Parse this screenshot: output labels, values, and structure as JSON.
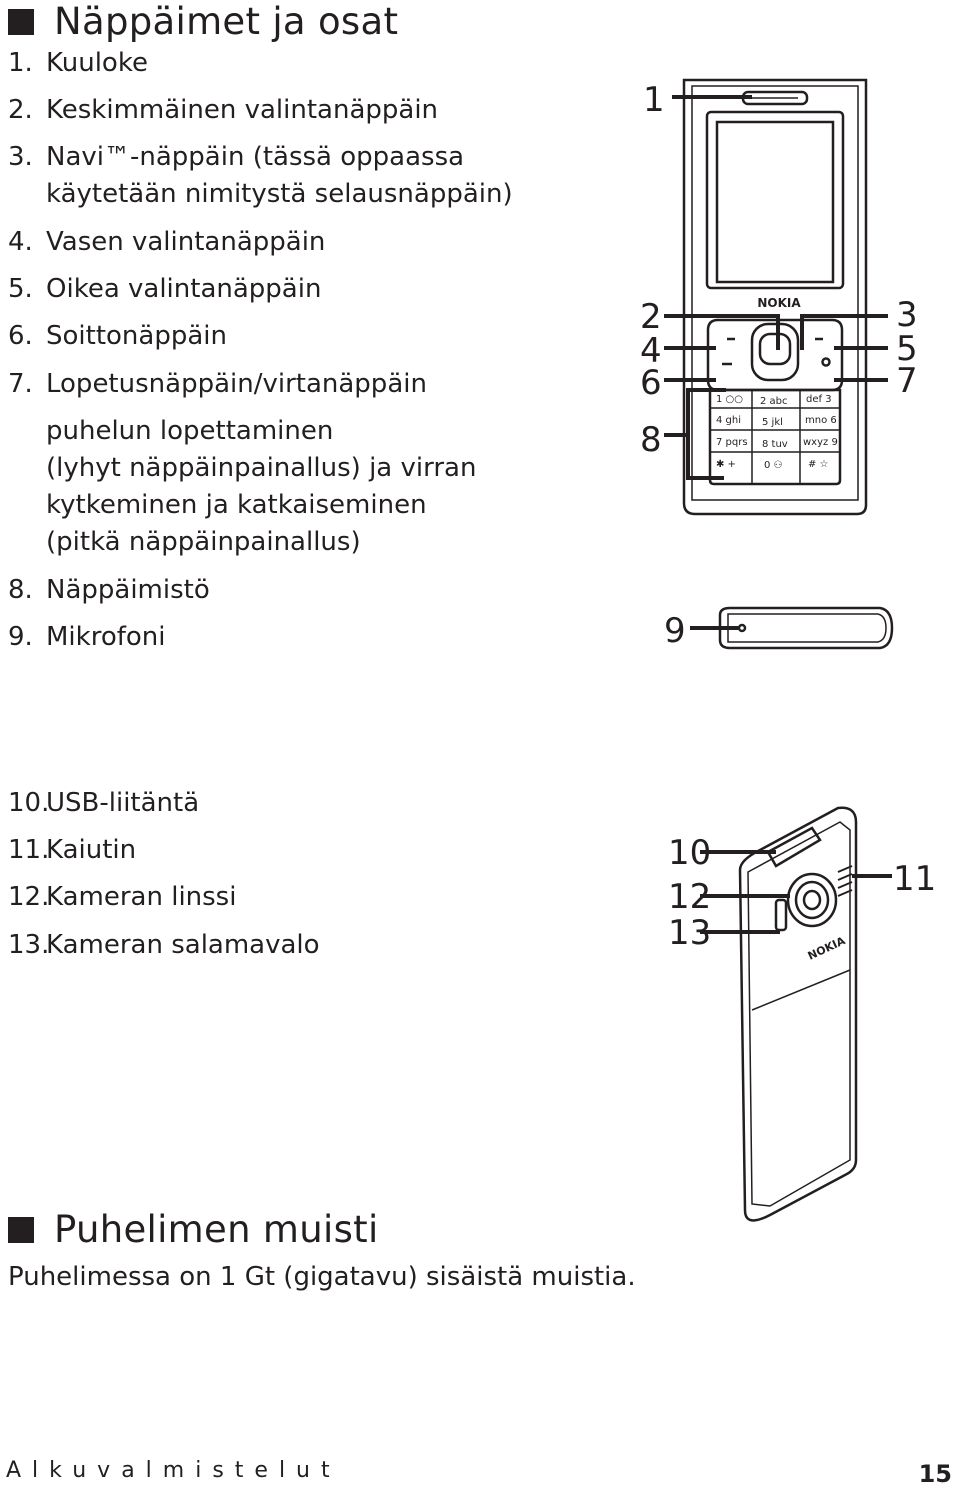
{
  "section1": {
    "title": "Näppäimet ja osat",
    "items": [
      {
        "num": "1.",
        "text": "Kuuloke"
      },
      {
        "num": "2.",
        "text": "Keskimmäinen valintanäppäin"
      },
      {
        "num": "3.",
        "text": "Navi™-näppäin (tässä oppaassa"
      },
      {
        "num": "",
        "text": "käytetään nimitystä selausnäppäin)"
      },
      {
        "num": "4.",
        "text": "Vasen valintanäppäin"
      },
      {
        "num": "5.",
        "text": "Oikea valintanäppäin"
      },
      {
        "num": "6.",
        "text": "Soittonäppäin"
      },
      {
        "num": "7.",
        "text": "Lopetusnäppäin/virtanäppäin"
      },
      {
        "num": "",
        "text": "puhelun lopettaminen"
      },
      {
        "num": "",
        "text": "(lyhyt näppäinpainallus) ja virran"
      },
      {
        "num": "",
        "text": "kytkeminen ja katkaiseminen"
      },
      {
        "num": "",
        "text": "(pitkä näppäinpainallus)"
      },
      {
        "num": "8.",
        "text": "Näppäimistö"
      },
      {
        "num": "9.",
        "text": "Mikrofoni"
      }
    ],
    "items2": [
      {
        "num": "10.",
        "text": "USB-liitäntä"
      },
      {
        "num": "11.",
        "text": "Kaiutin"
      },
      {
        "num": "12.",
        "text": "Kameran linssi"
      },
      {
        "num": "13.",
        "text": "Kameran salamavalo"
      }
    ]
  },
  "front_figure": {
    "callouts": [
      "1",
      "2",
      "4",
      "6",
      "8",
      "3",
      "5",
      "7",
      "9"
    ],
    "brand": "NOKIA",
    "keys": [
      [
        "1 ○○",
        "2 abc",
        "def 3"
      ],
      [
        "4 ghi",
        "5 jkl",
        "mno 6"
      ],
      [
        "7 pqrs",
        "8 tuv",
        "wxyz 9"
      ],
      [
        "✱ +",
        "0 ⚇",
        "# ☆"
      ]
    ]
  },
  "back_figure": {
    "callouts": [
      "10",
      "12",
      "13",
      "11"
    ],
    "brand": "NOKIA"
  },
  "section2": {
    "title": "Puhelimen muisti",
    "text": "Puhelimessa on 1 Gt (gigatavu) sisäistä muistia."
  },
  "footer": {
    "section": "Alkuvalmistelut",
    "page": "15"
  }
}
